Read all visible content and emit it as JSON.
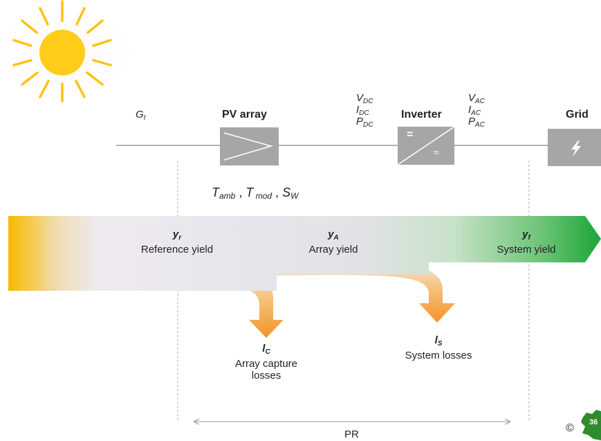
{
  "irradiance": {
    "symbol": "G",
    "sub": "I"
  },
  "pv_array": {
    "title": "PV array",
    "params": [
      {
        "symbol": "T",
        "sub": "amb",
        "sep": " , "
      },
      {
        "symbol": "T",
        "sub": "mod",
        "sep": " , "
      },
      {
        "symbol": "S",
        "sub": "W",
        "sep": ""
      }
    ]
  },
  "dc_side": [
    {
      "symbol": "V",
      "sub": "DC"
    },
    {
      "symbol": "I",
      "sub": "DC"
    },
    {
      "symbol": "P",
      "sub": "DC"
    }
  ],
  "inverter": {
    "title": "Inverter",
    "dc_symbol": "=",
    "ac_symbol": "≈"
  },
  "ac_side": [
    {
      "symbol": "V",
      "sub": "AC"
    },
    {
      "symbol": "I",
      "sub": "AC"
    },
    {
      "symbol": "P",
      "sub": "AC"
    }
  ],
  "grid": {
    "title": "Grid",
    "icon": "lightning-bolt-icon"
  },
  "yields": [
    {
      "symbol": "y",
      "sub": "r",
      "label": "Reference yield"
    },
    {
      "symbol": "y",
      "sub": "A",
      "label": "Array yield"
    },
    {
      "symbol": "y",
      "sub": "f",
      "label": "System yield"
    }
  ],
  "losses": [
    {
      "symbol": "l",
      "sub": "C",
      "label_lines": [
        "Array capture",
        "losses"
      ]
    },
    {
      "symbol": "l",
      "sub": "S",
      "label_lines": [
        "System losses"
      ]
    }
  ],
  "performance_ratio": {
    "label": "PR"
  },
  "copyright": {
    "symbol": "©",
    "logo_text": "36"
  },
  "colors": {
    "sun": "#FFCC1A",
    "sun_rays": "#FFC20E",
    "start_bar": "#F5B800",
    "end_bar": "#1AA637",
    "loss_arrow": "#F39C2B",
    "component_box": "#A6A6A6",
    "lines": "#999999"
  }
}
